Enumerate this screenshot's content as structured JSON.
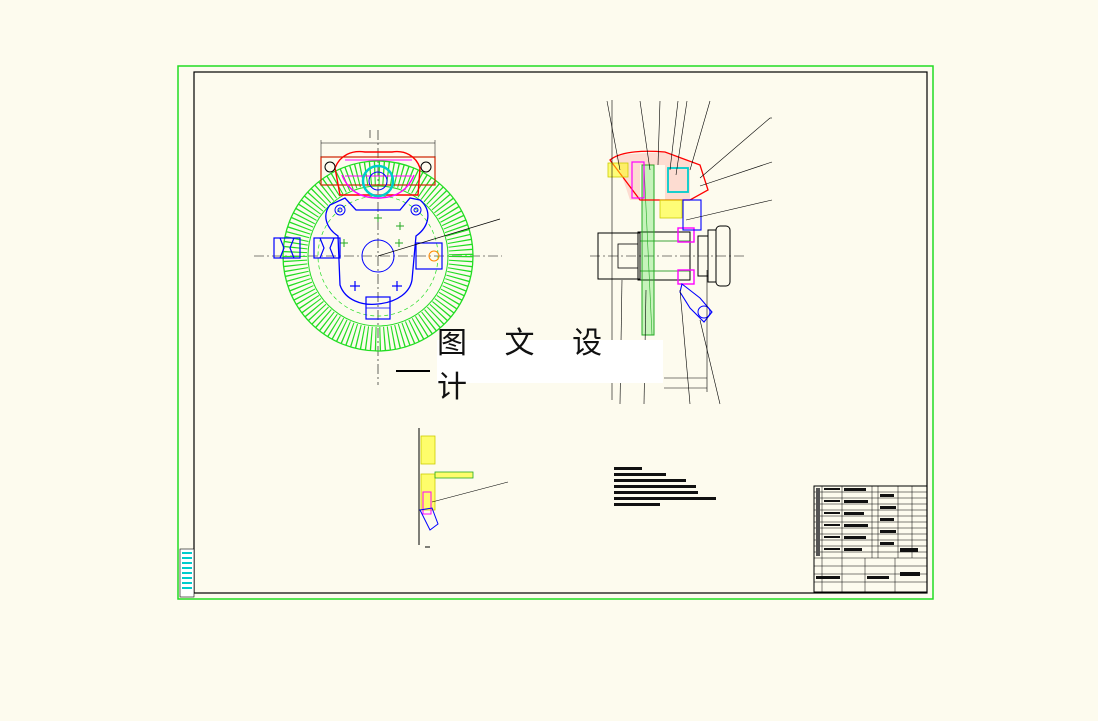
{
  "watermark": {
    "text": "图 文 设 计"
  },
  "colors": {
    "background": "#fdfbee",
    "frame_outer": "#22dd22",
    "frame_inner": "#000000",
    "disc": "#22dd22",
    "caliper": "#ff0000",
    "magenta": "#ff00ff",
    "bracket": "#0000ff",
    "cyan": "#00cccc",
    "yellow": "#ffff00",
    "outline": "#000000"
  },
  "drawing": {
    "views": [
      "front-view",
      "section-view",
      "detail-view"
    ],
    "title_block": "title-block",
    "notes_block": "technical-notes"
  }
}
